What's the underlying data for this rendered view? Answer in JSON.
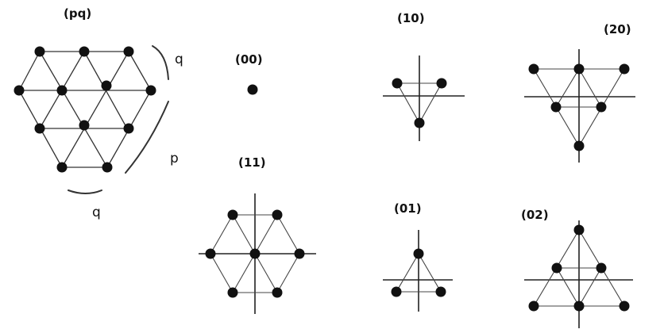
{
  "labels": {
    "pq": "(pq)",
    "side_q_top": "q",
    "side_p": "p",
    "side_q_bottom": "q",
    "d00": "(00)",
    "d10": "(10)",
    "d20": "(20)",
    "d11": "(11)",
    "d01": "(01)",
    "d02": "(02)"
  },
  "colors": {
    "ink": "#111111",
    "line": "#333333"
  }
}
